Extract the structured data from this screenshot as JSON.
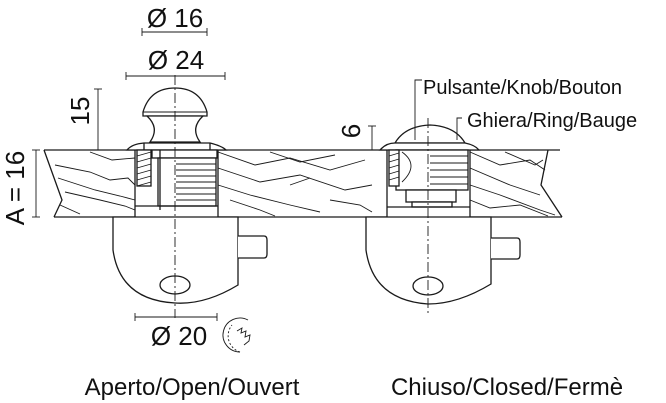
{
  "dimensions": {
    "knob_diameter": "Ø 16",
    "ring_diameter": "Ø 24",
    "knob_height_open": "15",
    "thickness": "A = 16",
    "knob_height_closed": "6",
    "hole_diameter": "Ø 20"
  },
  "callouts": {
    "knob": "Pulsante/Knob/Bouton",
    "ring": "Ghiera/Ring/Bauge"
  },
  "captions": {
    "open": "Aperto/Open/Ouvert",
    "closed": "Chiuso/Closed/Fermè"
  },
  "icons": {
    "saw": "hole-saw-icon"
  }
}
